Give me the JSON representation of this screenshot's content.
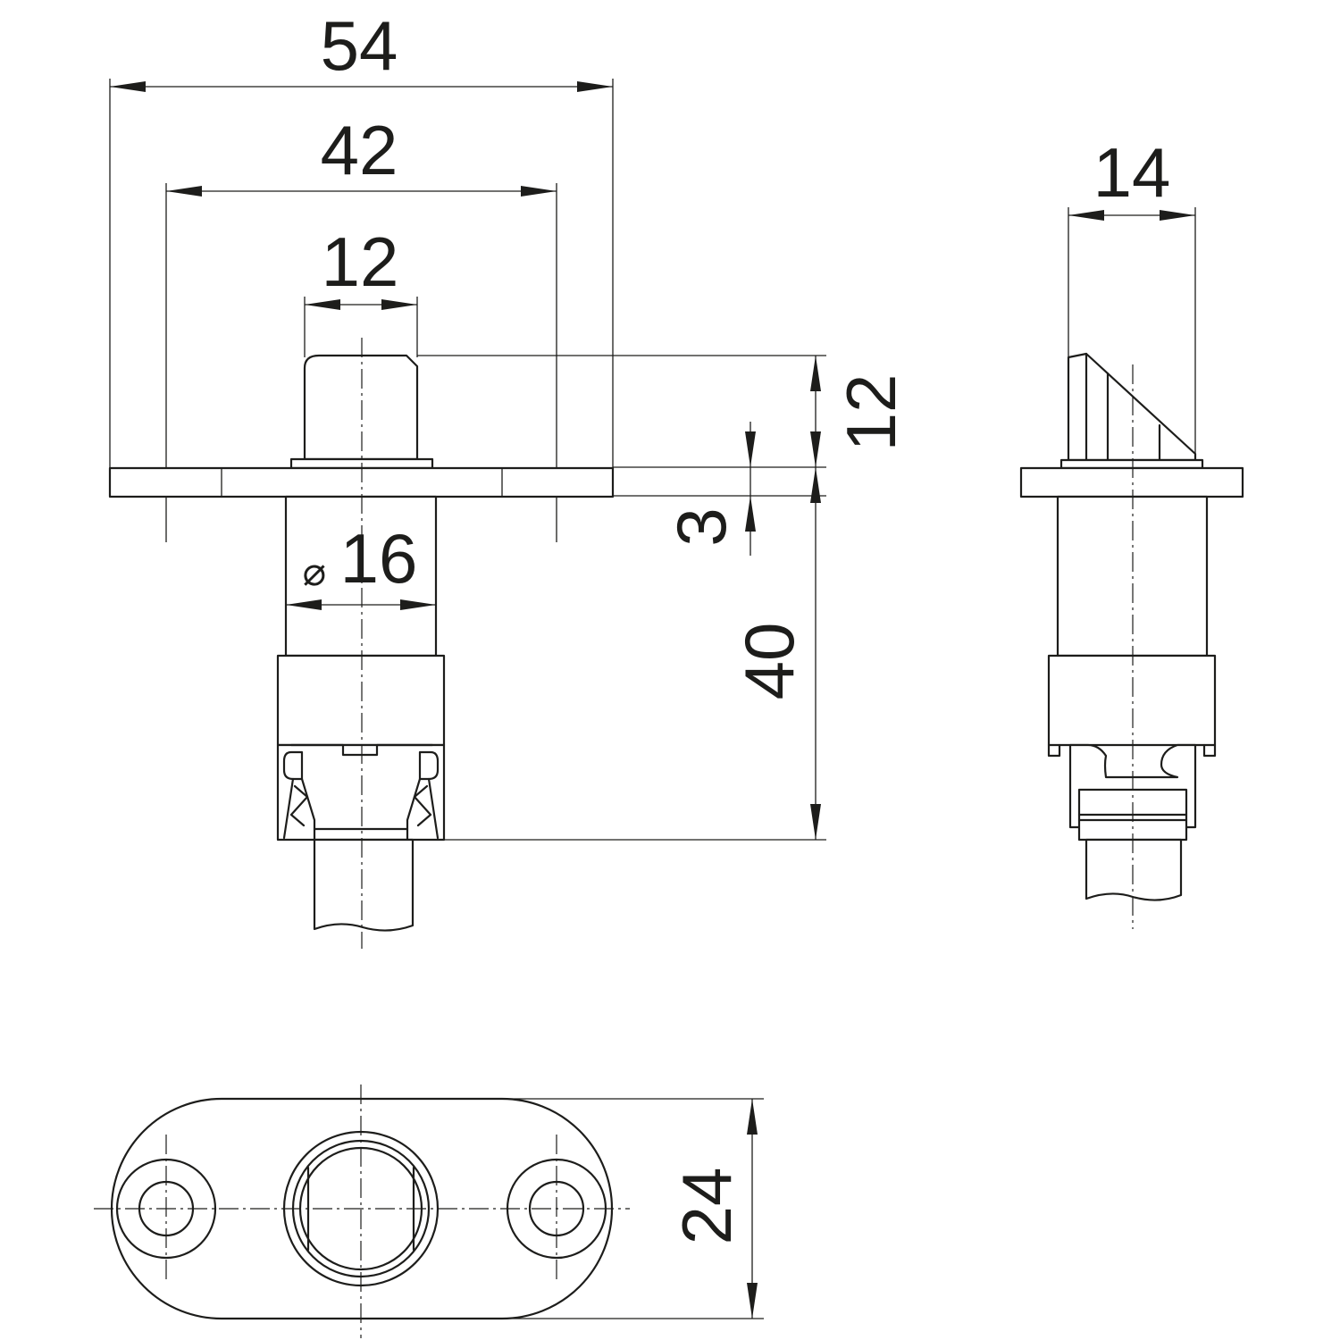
{
  "dimensions": {
    "overall_width": "54",
    "hole_spacing": "42",
    "bolt_width": "12",
    "bolt_projection": "12",
    "plate_thickness": "3",
    "body_depth": "40",
    "body_diameter": "16",
    "diameter_symbol": "⌀",
    "side_width": "14",
    "plate_height": "24"
  },
  "colors": {
    "line": "#1d1d1b",
    "background": "#ffffff"
  }
}
